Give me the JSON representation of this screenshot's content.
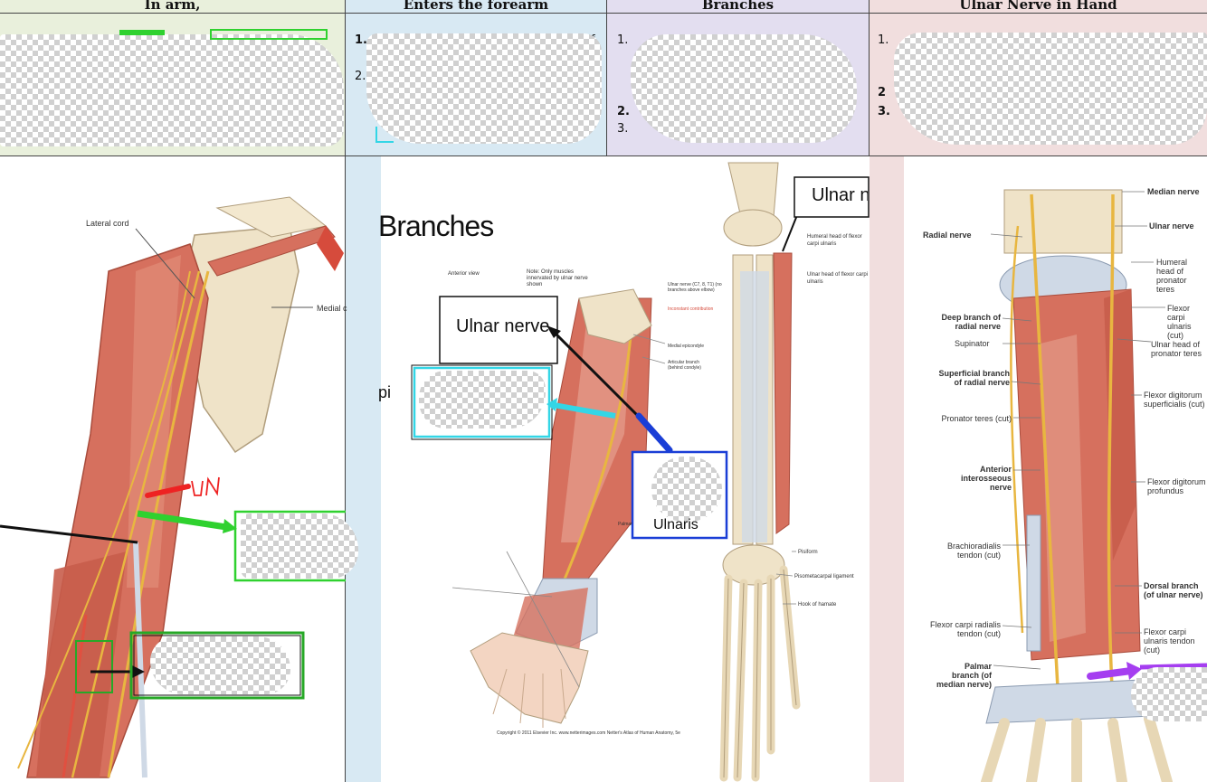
{
  "headers": [
    "In arm,",
    "Enters the forearm",
    "Branches",
    "Ulnar Nerve in Hand"
  ],
  "row1": {
    "col1": [],
    "col2": [
      "1.",
      "2."
    ],
    "col2_frag": "of",
    "col3": [
      "1.",
      "2.",
      "3."
    ],
    "col4": [
      "1.",
      "2",
      "3."
    ]
  },
  "arm": {
    "lateral_cord": "Lateral cord",
    "medial": "Medial c",
    "handwritten": "UN"
  },
  "forearm": {
    "title": "Branches",
    "anterior_view": "Anterior view",
    "note": "Note: Only muscles innervated by ulnar nerve shown",
    "ulnar_label": "Ulnar nerve",
    "ulnar_label_cut": "Ulnar ne",
    "fragment_pi": "pi",
    "fragment_ulnaris": "Ulnaris",
    "copyright": "Copyright © 2011 Elsevier Inc. www.netterimages.com Netter's Atlas of Human Anatomy, 5e",
    "small_labels": [
      "Ulnar nerve (C7, 8, T1) (no branches above elbow)",
      "Inconstant contribution",
      "Medial epicondyle",
      "Articular branch (behind condyle)",
      "Palmar"
    ],
    "bone_labels": [
      "Humeral head of flexor carpi ulnaris",
      "Ulnar head of flexor carpi ulnaris",
      "Pisiform",
      "Pisometacarpal ligament",
      "Hook of hamate"
    ]
  },
  "hand": {
    "left_labels": [
      {
        "text": "Radial nerve",
        "bold": true
      },
      {
        "text": "Deep branch of radial nerve",
        "bold": true
      },
      {
        "text": "Supinator",
        "bold": false
      },
      {
        "text": "Superficial branch of radial nerve",
        "bold": true
      },
      {
        "text": "Pronator teres (cut)",
        "bold": false
      },
      {
        "text": "Anterior interosseous nerve",
        "bold": true
      },
      {
        "text": "Brachioradialis tendon (cut)",
        "bold": false
      },
      {
        "text": "Flexor carpi radialis tendon (cut)",
        "bold": false
      },
      {
        "text": "Palmar branch (of median nerve)",
        "bold": true
      }
    ],
    "right_labels": [
      {
        "text": "Median nerve",
        "bold": true
      },
      {
        "text": "Ulnar nerve",
        "bold": true
      },
      {
        "text": "Humeral head of pronator teres",
        "bold": false
      },
      {
        "text": "Flexor carpi ulnaris (cut)",
        "bold": false
      },
      {
        "text": "Ulnar head of pronator teres",
        "bold": false
      },
      {
        "text": "Flexor digitorum superficialis (cut)",
        "bold": false
      },
      {
        "text": "Flexor digitorum profundus",
        "bold": false
      },
      {
        "text": "Dorsal branch (of ulnar nerve)",
        "bold": true
      },
      {
        "text": "Flexor carpi ulnaris tendon (cut)",
        "bold": false
      }
    ]
  },
  "colors": {
    "col1_bg": "#e9f0dc",
    "col2_bg": "#d8e9f3",
    "col3_bg": "#e3def0",
    "col4_bg": "#f1dede",
    "muscle": "#d6705e",
    "nerve": "#e8b640",
    "bone": "#efe3c8",
    "arrow_green": "#2fd12f",
    "arrow_cyan": "#33d6e6",
    "arrow_blue": "#1a3ed6",
    "arrow_purple": "#a53ef0",
    "arrow_red": "#ee2222"
  }
}
